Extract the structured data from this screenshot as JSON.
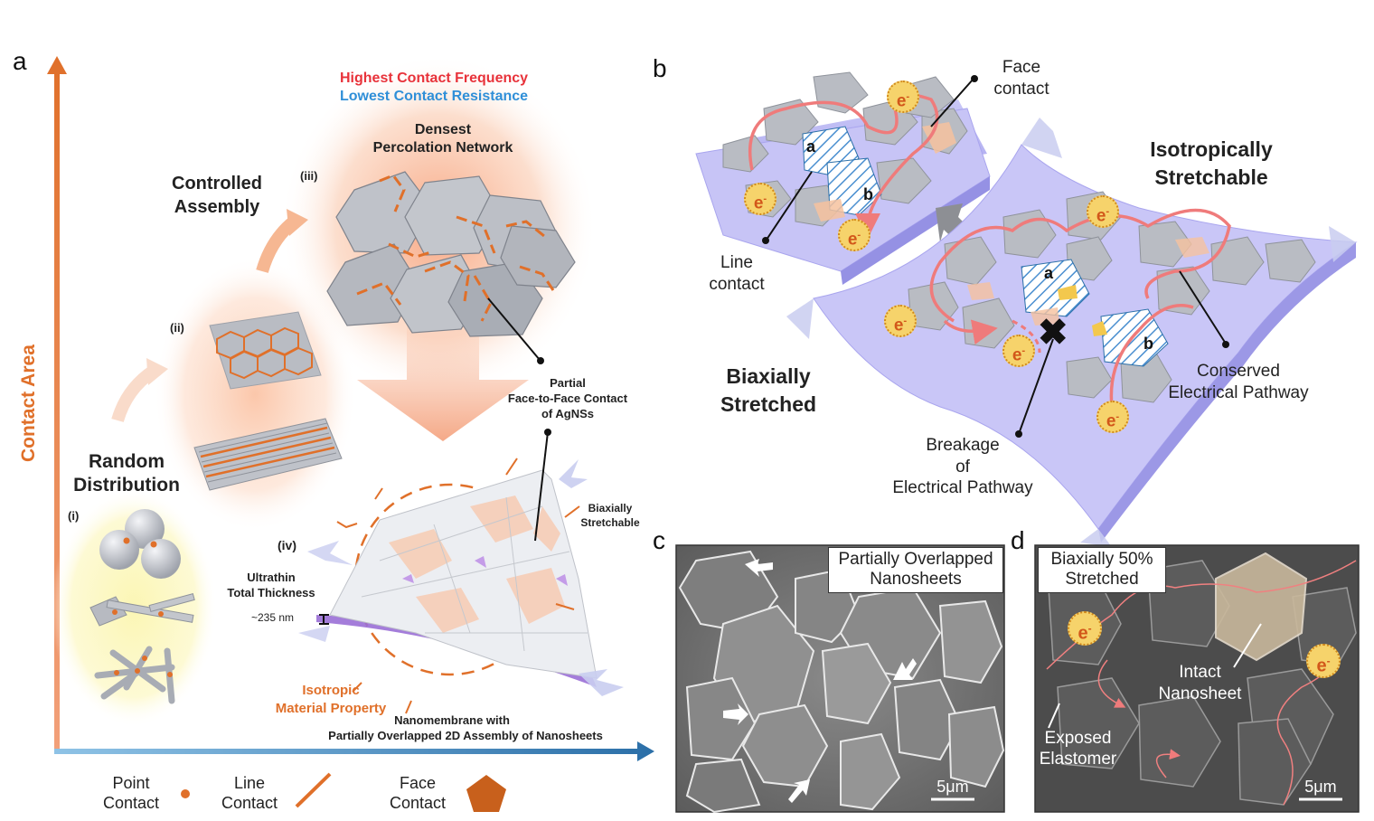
{
  "panels": {
    "a": "a",
    "b": "b",
    "c": "c",
    "d": "d"
  },
  "colors": {
    "accent_orange": "#e0702a",
    "contact_red": "#e8323a",
    "contact_blue": "#2f8fd8",
    "sheet_gray": "#b9bcc3",
    "substrate_purple": "#b9b6f2",
    "pathway_pink": "#ef7b7b"
  },
  "panel_a": {
    "y_axis_label": "Contact Area",
    "highest": "Highest Contact Frequency",
    "lowest": "Lowest Contact Resistance",
    "densest_1": "Densest",
    "densest_2": "Percolation Network",
    "controlled_1": "Controlled",
    "controlled_2": "Assembly",
    "random_1": "Random",
    "random_2": "Distribution",
    "stage_i": "(i)",
    "stage_ii": "(ii)",
    "stage_iii": "(iii)",
    "stage_iv": "(iv)",
    "partial_1": "Partial",
    "partial_2": "Face-to-Face Contact",
    "partial_3": "of AgNSs",
    "biaxial_1": "Biaxially",
    "biaxial_2": "Stretchable",
    "ultrathin_1": "Ultrathin",
    "ultrathin_2": "Total Thickness",
    "thickness": "~235 nm",
    "isotropic_1": "Isotropic",
    "isotropic_2": "Material Property",
    "nano_1": "Nanomembrane with",
    "nano_2": "Partially Overlapped 2D Assembly of Nanosheets",
    "legend": {
      "point_1": "Point",
      "point_2": "Contact",
      "line_1": "Line",
      "line_2": "Contact",
      "face_1": "Face",
      "face_2": "Contact"
    }
  },
  "panel_b": {
    "face_1": "Face",
    "face_2": "contact",
    "line_1": "Line",
    "line_2": "contact",
    "iso_1": "Isotropically",
    "iso_2": "Stretchable",
    "biax_1": "Biaxially",
    "biax_2": "Stretched",
    "conserved_1": "Conserved",
    "conserved_2": "Electrical Pathway",
    "breakage_1": "Breakage",
    "breakage_2": "of",
    "breakage_3": "Electrical Pathway",
    "sheet_a": "a",
    "sheet_b": "b",
    "break_mark": "✖",
    "electron": "e",
    "electron_sup": "-"
  },
  "panel_c": {
    "label_1": "Partially Overlapped",
    "label_2": "Nanosheets",
    "scale": "5μm"
  },
  "panel_d": {
    "label_1": "Biaxially 50%",
    "label_2": "Stretched",
    "intact_1": "Intact",
    "intact_2": "Nanosheet",
    "exposed_1": "Exposed",
    "exposed_2": "Elastomer",
    "scale": "5μm"
  }
}
